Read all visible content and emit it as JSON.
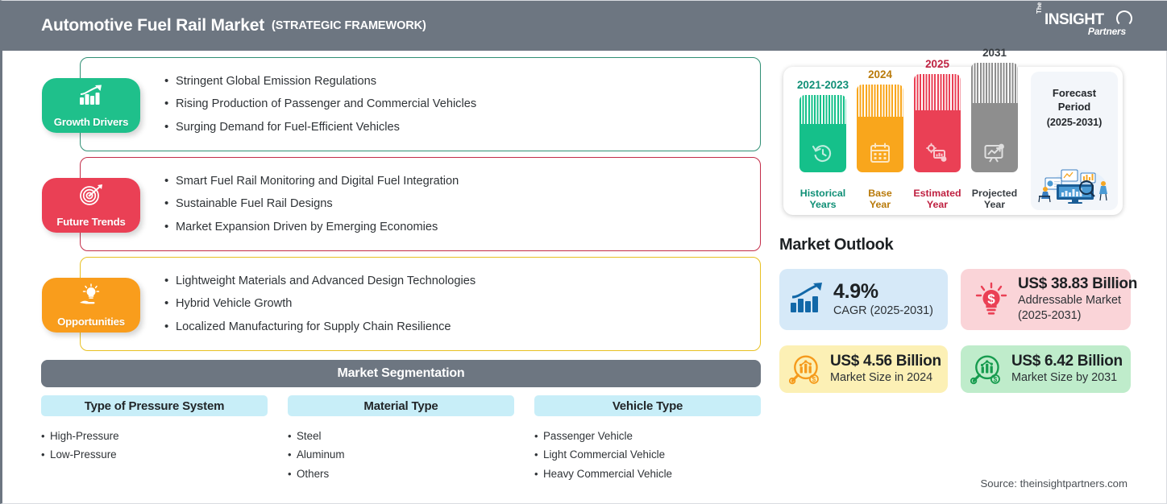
{
  "header": {
    "title": "Automotive Fuel Rail Market",
    "subtitle": "(STRATEGIC FRAMEWORK)",
    "logo": {
      "the": "The",
      "name": "INSIGHT",
      "partners": "Partners"
    },
    "bg_color": "#6d7681"
  },
  "pillars": [
    {
      "label": "Growth Drivers",
      "icon": "bar-chart-arrow-icon",
      "color": "#1fc08b",
      "border_color": "#2f8f74",
      "items": [
        "Stringent Global Emission Regulations",
        "Rising Production of Passenger and Commercial Vehicles",
        "Surging Demand for Fuel-Efficient Vehicles"
      ]
    },
    {
      "label": "Future Trends",
      "icon": "target-dartboard-icon",
      "color": "#ea4055",
      "border_color": "#c32c48",
      "items": [
        "Smart Fuel Rail Monitoring and Digital Fuel Integration",
        "Sustainable Fuel Rail Designs",
        "Market Expansion Driven by Emerging Economies"
      ]
    },
    {
      "label": "Opportunities",
      "icon": "lightbulb-in-hand-icon",
      "color": "#f99d1c",
      "border_color": "#e8c021",
      "items": [
        "Lightweight Materials and Advanced Design Technologies",
        "Hybrid Vehicle Growth",
        "Localized Manufacturing for Supply Chain Resilience"
      ]
    }
  ],
  "segmentation": {
    "title": "Market Segmentation",
    "columns": [
      {
        "header": "Type of Pressure System",
        "items": [
          "High-Pressure",
          "Low-Pressure"
        ]
      },
      {
        "header": "Material Type",
        "items": [
          "Steel",
          "Aluminum",
          "Others"
        ]
      },
      {
        "header": "Vehicle Type",
        "items": [
          "Passenger Vehicle",
          "Light Commercial Vehicle",
          "Heavy Commercial Vehicle"
        ]
      }
    ]
  },
  "timeline": {
    "bars": [
      {
        "year": "2021-2023",
        "label_line1": "Historical",
        "label_line2": "Years",
        "color": "#15c08a",
        "icon": "clock-history-icon",
        "height": 96
      },
      {
        "year": "2024",
        "label_line1": "Base",
        "label_line2": "Year",
        "color": "#f9a61c",
        "icon": "calendar-icon",
        "height": 109
      },
      {
        "year": "2025",
        "label_line1": "Estimated",
        "label_line2": "Year",
        "color": "#ea4055",
        "icon": "settings-chart-icon",
        "height": 122
      },
      {
        "year": "2031",
        "label_line1": "Projected",
        "label_line2": "Year",
        "color": "#8e8e8e",
        "icon": "chart-screen-icon",
        "height": 136
      }
    ],
    "forecast": {
      "title_line1": "Forecast",
      "title_line2": "Period",
      "range": "(2025-2031)",
      "art": "data-analysis-illustration"
    }
  },
  "outlook": {
    "title": "Market Outlook",
    "cards": [
      {
        "value": "4.9%",
        "label": "CAGR (2025-2031)",
        "label2": "",
        "bg": "#d6e9f8",
        "icon": "growth-bar-chart-icon",
        "icon_color": "#1268a8",
        "value_color": "#1d2124",
        "size": "big"
      },
      {
        "value": "US$ 38.83 Billion",
        "label": "Addressable Market",
        "label2": "(2025-2031)",
        "bg": "#fad4d8",
        "icon": "lightbulb-dollar-icon",
        "icon_color": "#ea4055",
        "value_color": "#1d2124",
        "size": "small"
      },
      {
        "value": "US$ 4.56 Billion",
        "label": "Market Size in 2024",
        "label2": "",
        "bg": "#fcf0b5",
        "icon": "magnifier-chart-dollar-icon",
        "icon_color": "#f59a1b",
        "value_color": "#1d2124",
        "size": "small"
      },
      {
        "value": "US$ 6.42 Billion",
        "label": "Market Size by 2031",
        "label2": "",
        "bg": "#bfeccb",
        "icon": "magnifier-chart-dollar-icon",
        "icon_color": "#169b4e",
        "value_color": "#1d2124",
        "size": "small"
      }
    ]
  },
  "source": "Source: theinsightpartners.com"
}
